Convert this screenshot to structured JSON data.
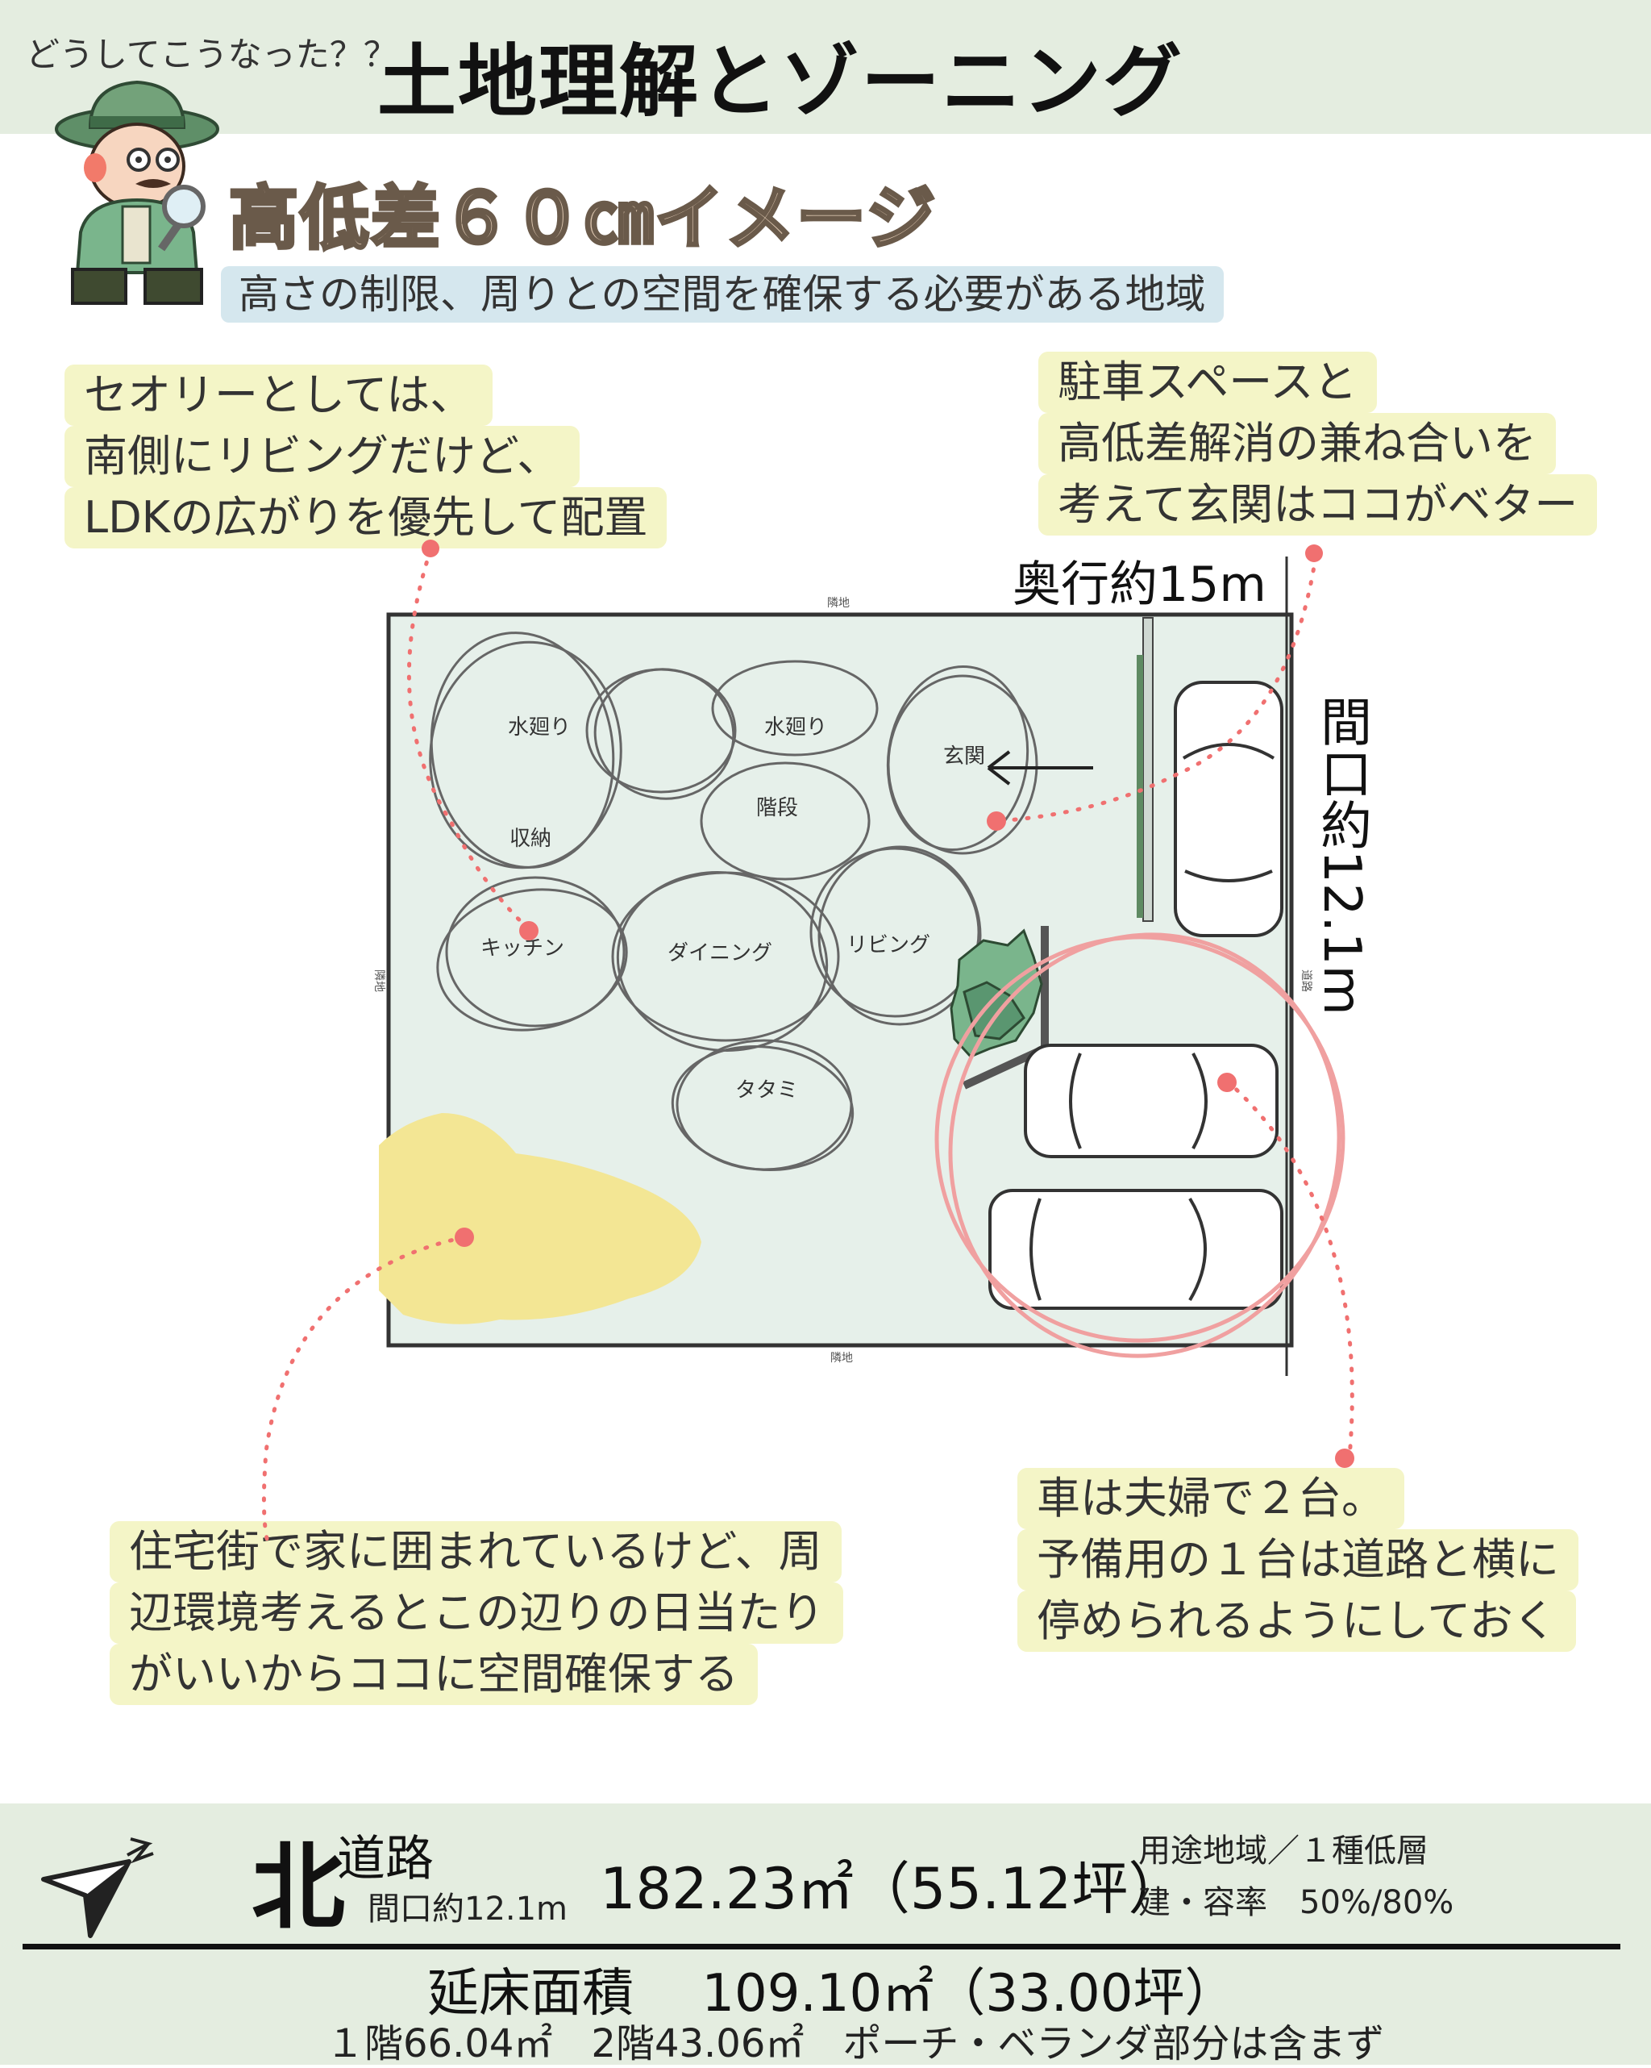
{
  "header": {
    "kicker": "どうしてこうなった？？",
    "title": "土地理解とゾーニング",
    "subtitle": "高低差６０㎝イメージ",
    "zone_note": "高さの制限、周りとの空間を確保する必要がある地域"
  },
  "notes": {
    "ldk": [
      "セオリーとしては、",
      "南側にリビングだけど、",
      "LDKの広がりを優先して配置"
    ],
    "entrance": [
      "駐車スペースと",
      "高低差解消の兼ね合いを",
      "考えて玄関はココがベター"
    ],
    "cars": [
      "車は夫婦で２台。",
      "予備用の１台は道路と横に",
      "停められるようにしておく"
    ],
    "sun": [
      "住宅街で家に囲まれているけど、周",
      "辺環境考えるとこの辺りの日当たり",
      "がいいからココに空間確保する"
    ]
  },
  "dimensions": {
    "depth": "奥行約15m",
    "frontage": "間口約12.1m"
  },
  "plan": {
    "edge_top": "隣地",
    "edge_bottom": "隣地",
    "edge_left": "隣地",
    "edge_right": "道路",
    "rooms": [
      "水廻り",
      "水廻り",
      "収納",
      "階段",
      "玄関",
      "キッチン",
      "ダイニング",
      "リビング",
      "タタミ"
    ]
  },
  "footer": {
    "north": "北",
    "road": "道路",
    "frontage": "間口約12.1m",
    "area": "182.23㎡（55.12坪）",
    "zoning": "用途地域／１種低層",
    "ratio": "建・容率　50%/80%",
    "floor_area": "延床面積　 109.10㎡（33.00坪）",
    "floor_detail": "１階66.04㎡　2階43.06㎡　ポーチ・ベランダ部分は含まず"
  },
  "colors": {
    "header_bg": "#e4ede0",
    "note_bg": "#f4f5c7",
    "pill_bg": "#d5e7ee",
    "lot_fill": "#e6f0ea",
    "marker": "#f07070",
    "sun": "#f3e694",
    "tree": "#7ab58c"
  }
}
